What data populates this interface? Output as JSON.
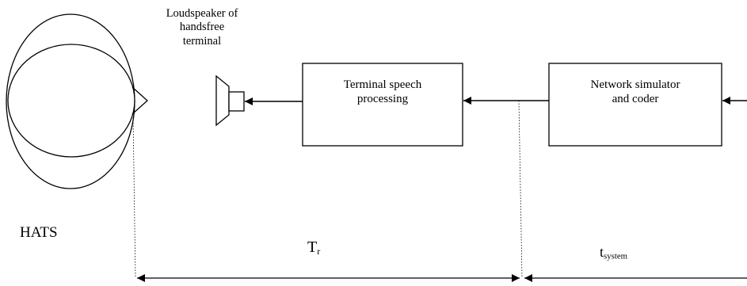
{
  "speaker_label": {
    "line1": "Loudspeaker of",
    "line2": "handsfree",
    "line3": "terminal"
  },
  "box_terminal": {
    "line1": "Terminal speech",
    "line2": "processing"
  },
  "box_network": {
    "line1": "Network simulator",
    "line2": "and coder"
  },
  "hats_label": "HATS",
  "tr_label": {
    "main": "T",
    "sub": "r"
  },
  "tsystem_label": {
    "main": "t",
    "sub": "system"
  }
}
